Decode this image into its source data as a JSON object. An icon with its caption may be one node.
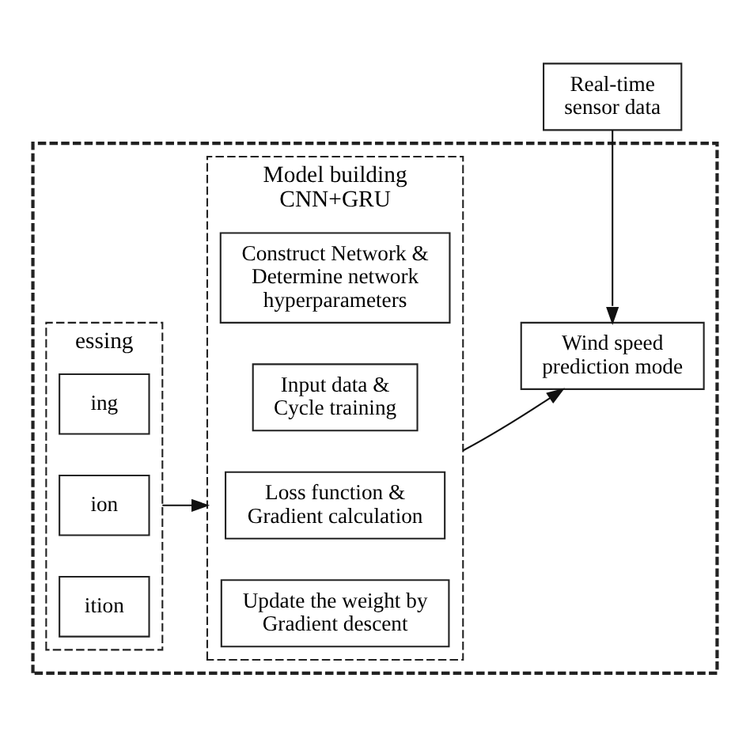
{
  "diagram": {
    "nodes": [
      {
        "text": [],
        "shape": "box"
      },
      {
        "text": [
          "essing"
        ],
        "in": 0
      },
      {
        "text": [
          "ing"
        ],
        "in": 1
      },
      {
        "text": [
          "ion"
        ],
        "in": 1
      },
      {
        "text": [
          "ition"
        ],
        "in": 1
      },
      {
        "text": [
          "Model building",
          "CNN+GRU"
        ],
        "in": 0
      },
      {
        "text": [
          "Construct Network & Determine network hyperparameters"
        ],
        "in": 5
      },
      {
        "text": [
          "Input data & Cycle training"
        ],
        "in": 5
      },
      {
        "text": [
          "Loss function & Gradient calculation"
        ],
        "in": 5
      },
      {
        "text": [
          "Update the weight by Gradient descent"
        ],
        "in": 5
      },
      {
        "text": [
          "Wind speed prediction mode"
        ],
        "in": 0
      },
      {
        "text": [
          "Real-time sensor data"
        ]
      }
    ],
    "edges": [
      {
        "from": 1,
        "to": 5,
        "arrow": "to"
      },
      {
        "from": 5,
        "to": 10,
        "arrow": "to"
      },
      {
        "from": 11,
        "to": 10,
        "arrow": "to"
      }
    ]
  }
}
